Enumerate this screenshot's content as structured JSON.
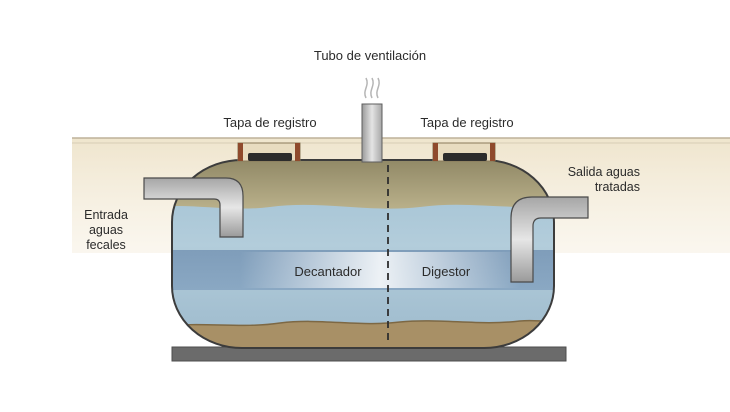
{
  "labels": {
    "vent_tube": "Tubo de ventilación",
    "access_lid_left": "Tapa de registro",
    "access_lid_right": "Tapa de registro",
    "inlet": [
      "Entrada",
      "aguas",
      "fecales"
    ],
    "outlet": [
      "Salida aguas",
      "tratadas"
    ],
    "chamber_left": "Decantador",
    "chamber_right": "Digestor"
  },
  "colors": {
    "ground": "#ece1c7",
    "tank_top": "#a9a07a",
    "water_light": "#a9c6d6",
    "water_band": "#7f9fbb",
    "sludge": "#a89066",
    "pipe": "#d9d9d9",
    "base": "#6b6b6b"
  }
}
